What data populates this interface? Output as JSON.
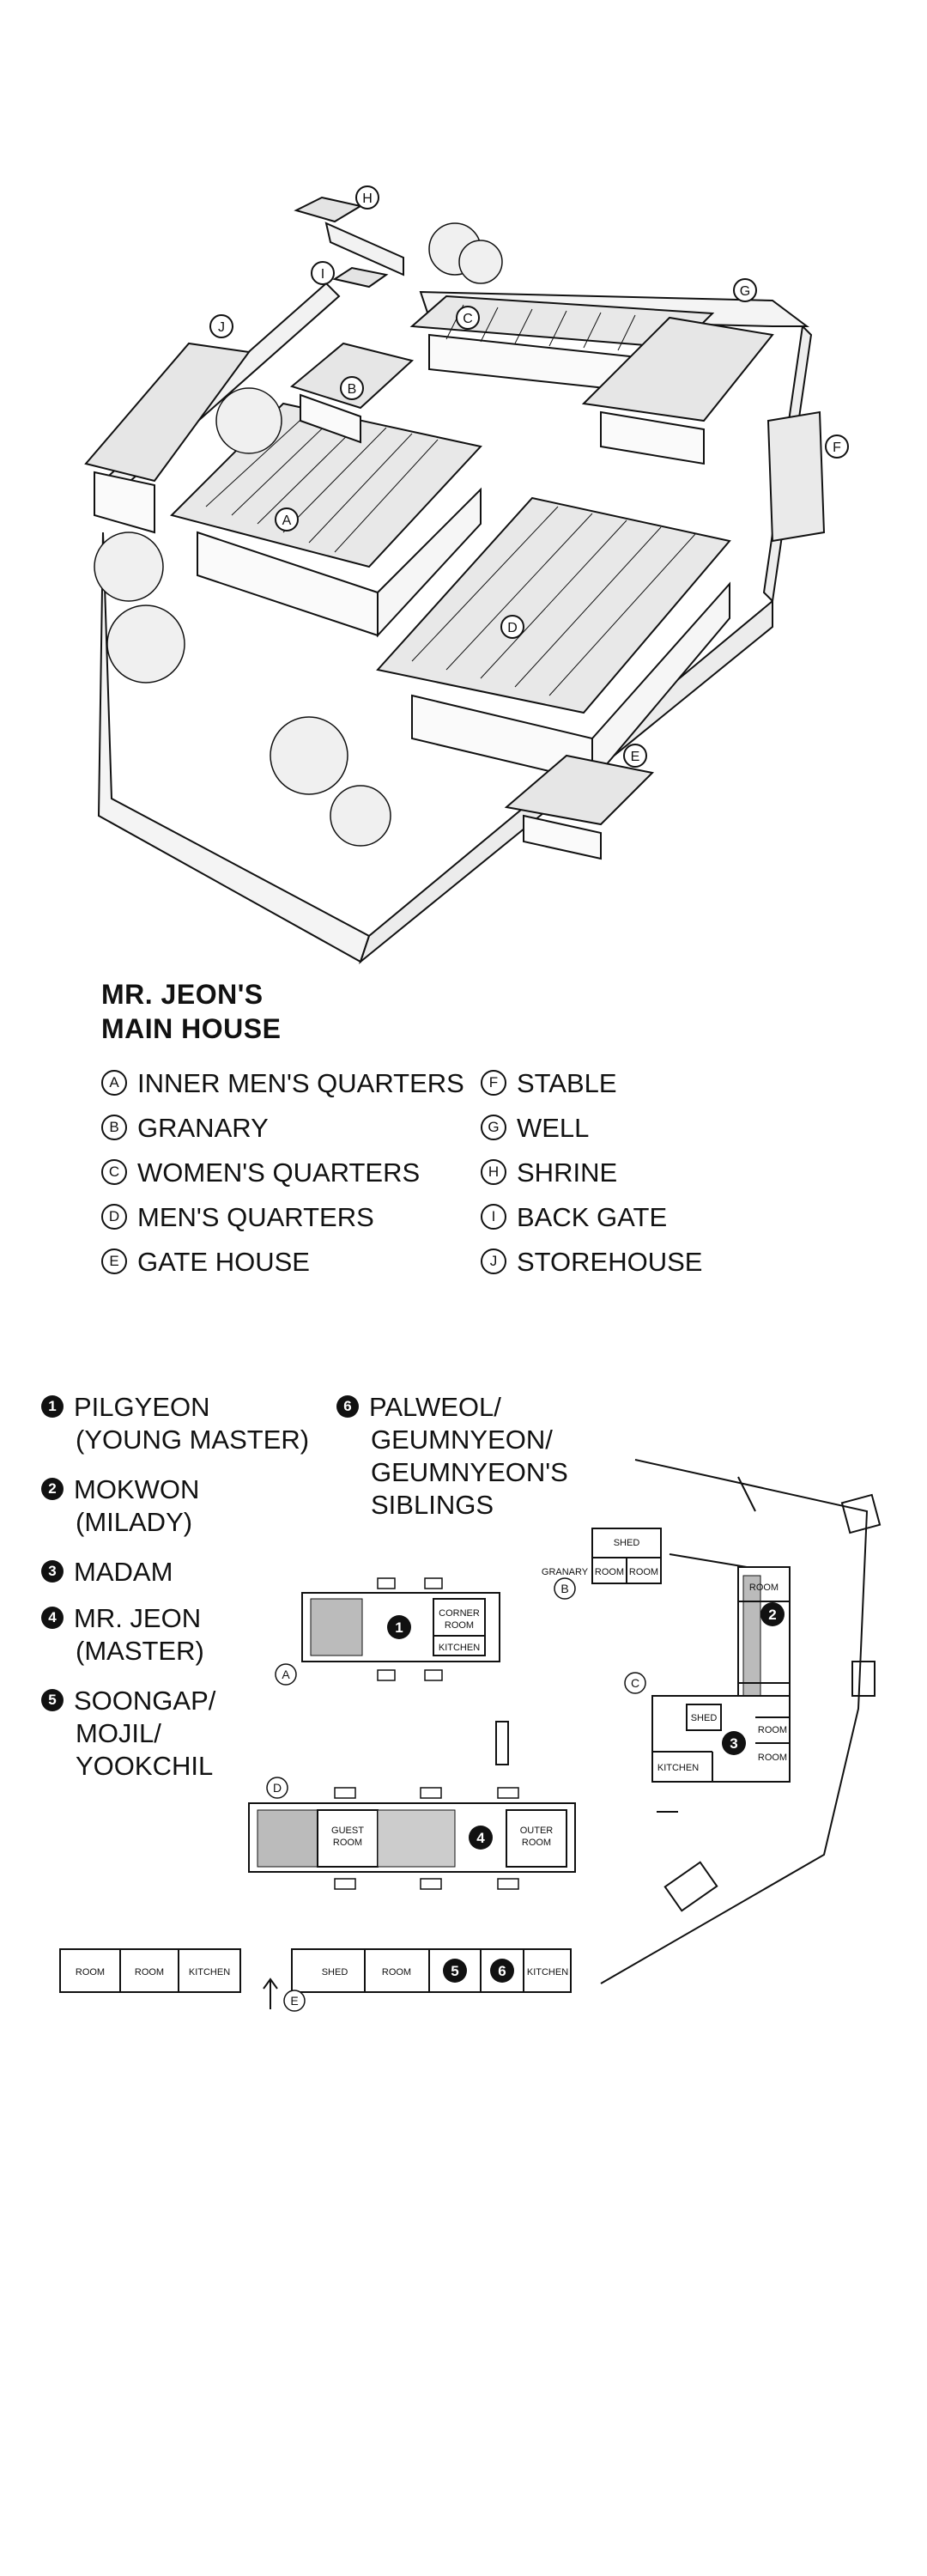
{
  "illustration": {
    "markers": [
      "A",
      "B",
      "C",
      "D",
      "E",
      "F",
      "G",
      "H",
      "I",
      "J"
    ]
  },
  "title": {
    "line1": "MR. JEON'S",
    "line2": "MAIN HOUSE"
  },
  "legend": {
    "left": [
      {
        "letter": "A",
        "label": "INNER MEN'S QUARTERS"
      },
      {
        "letter": "B",
        "label": "GRANARY"
      },
      {
        "letter": "C",
        "label": "WOMEN'S QUARTERS"
      },
      {
        "letter": "D",
        "label": "MEN'S QUARTERS"
      },
      {
        "letter": "E",
        "label": "GATE HOUSE"
      }
    ],
    "right": [
      {
        "letter": "F",
        "label": "STABLE"
      },
      {
        "letter": "G",
        "label": "WELL"
      },
      {
        "letter": "H",
        "label": "SHRINE"
      },
      {
        "letter": "I",
        "label": "BACK GATE"
      },
      {
        "letter": "J",
        "label": "STOREHOUSE"
      }
    ]
  },
  "floorplan_key": [
    {
      "num": "1",
      "line1": "PILGYEON",
      "line2": "(YOUNG MASTER)"
    },
    {
      "num": "2",
      "line1": "MOKWON",
      "line2": "(MILADY)"
    },
    {
      "num": "3",
      "line1": "MADAM",
      "line2": ""
    },
    {
      "num": "4",
      "line1": "MR. JEON",
      "line2": "(MASTER)"
    },
    {
      "num": "5",
      "line1": "SOONGAP/",
      "line2": "MOJIL/",
      "line3": "YOOKCHIL"
    },
    {
      "num": "6",
      "line1": "PALWEOL/",
      "line2": "GEUMNYEON/",
      "line3": "GEUMNYEON'S",
      "line4": "SIBLINGS"
    }
  ],
  "plan_labels": {
    "shed": "SHED",
    "granary": "GRANARY",
    "room": "ROOM",
    "corner_room_1": "CORNER",
    "corner_room_2": "ROOM",
    "kitchen": "KITCHEN",
    "guest_room_1": "GUEST",
    "guest_room_2": "ROOM",
    "outer_room_1": "OUTER",
    "outer_room_2": "ROOM"
  }
}
